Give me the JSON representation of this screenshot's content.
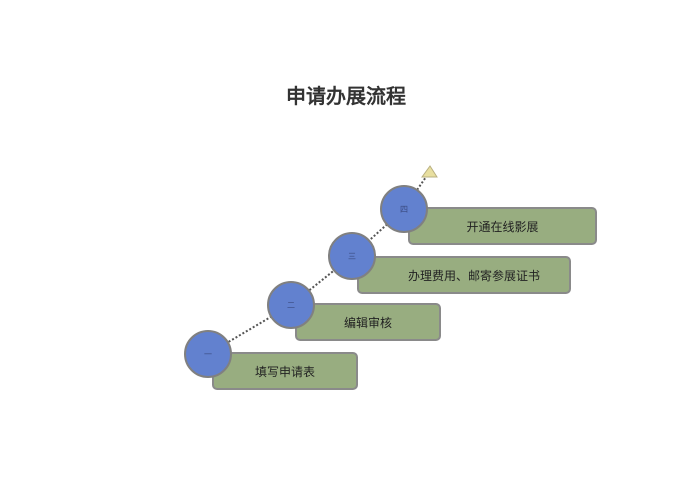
{
  "title": "申请办展流程",
  "steps": [
    {
      "number": "一",
      "label": "填写申请表"
    },
    {
      "number": "二",
      "label": "编辑审核"
    },
    {
      "number": "三",
      "label": "办理费用、邮寄参展证书"
    },
    {
      "number": "四",
      "label": "开通在线影展"
    }
  ],
  "colors": {
    "circle": "#6281cf",
    "box": "#98ad80",
    "arrow": "#e8dfa0"
  }
}
